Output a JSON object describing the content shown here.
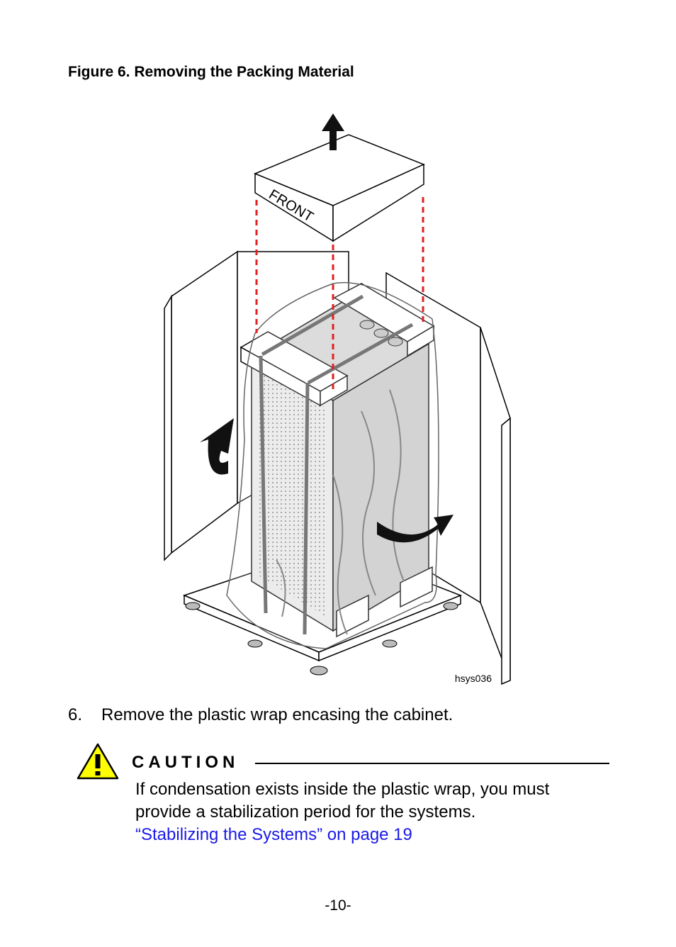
{
  "figure": {
    "caption": "Figure 6. Removing the Packing Material",
    "box_label": "FRONT",
    "artwork_id": "hsys036"
  },
  "step": {
    "number": "6.",
    "text": "Remove the plastic wrap encasing the cabinet."
  },
  "caution": {
    "title": "CAUTION",
    "icon": "warning-triangle-icon",
    "body_text": "If condensation exists inside the plastic wrap, you must provide a stabilization period for the systems. ",
    "link_text": "“Stabilizing the Systems” on page 19"
  },
  "page_number": "-10-",
  "colors": {
    "link": "#1a1ae6",
    "dashed_guides": "#e02020",
    "warning_fill": "#ffff00"
  }
}
